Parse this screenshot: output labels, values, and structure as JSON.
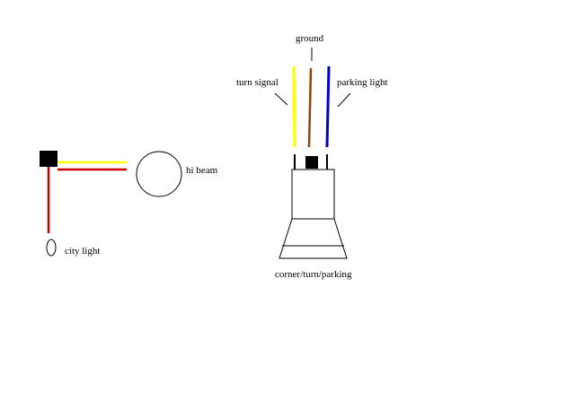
{
  "labels": {
    "hi_beam": "hi beam",
    "city_light": "city light",
    "ground": "ground",
    "turn_signal": "turn signal",
    "parking_light": "parking light",
    "corner_turn_parking": "corner/turn/parking"
  },
  "colors": {
    "background": "#ffffff",
    "wire_yellow": "#ffff00",
    "wire_red": "#cc0000",
    "wire_brown": "#8b4513",
    "wire_blue": "#0000cc",
    "outline": "#000000",
    "connector": "#000000"
  }
}
